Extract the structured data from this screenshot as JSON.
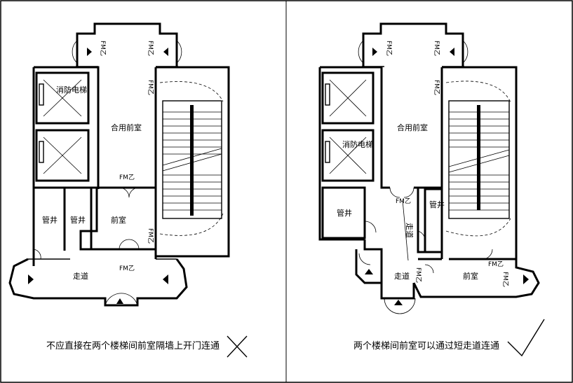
{
  "panels": [
    {
      "rooms": {
        "fire_lift": "消防电梯",
        "shared_lobby": "合用前室",
        "pipe_shaft_a": "管井",
        "pipe_shaft_b": "管井",
        "anteroom": "前室",
        "corridor": "走道"
      },
      "doors": {
        "fm_b": "FM乙"
      },
      "caption": "不应直接在两个楼梯间前室隔墙上开门连通",
      "verdict_icon": "cross-icon"
    },
    {
      "rooms": {
        "shared_lobby": "合用前室",
        "fire_lift": "消防电梯",
        "pipe_shaft_a": "管井",
        "pipe_shaft_b": "管井",
        "short_passage": "走道",
        "corridor": "走道",
        "anteroom": "前室"
      },
      "doors": {
        "fm_b": "FM乙"
      },
      "caption": "两个楼梯间前室可以通过短走道连通",
      "verdict_icon": "check-icon"
    }
  ]
}
